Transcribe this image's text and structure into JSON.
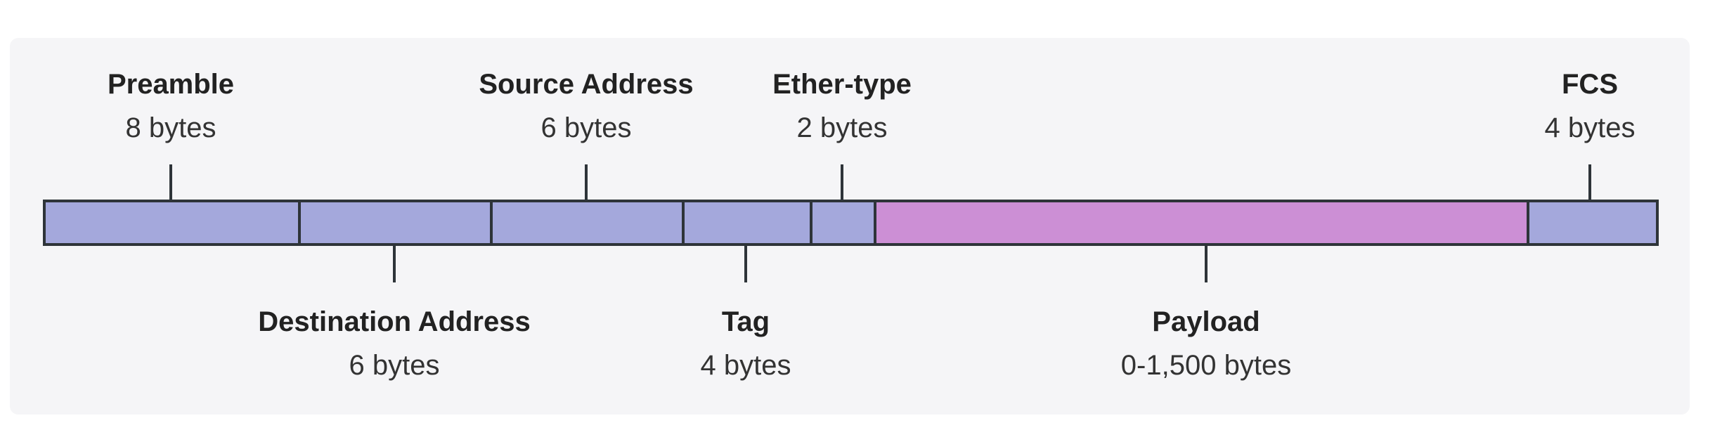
{
  "colors": {
    "header_field": "#a4a8dc",
    "payload_field": "#cc8fd5",
    "outline": "#2e3439",
    "background": "#f5f5f7"
  },
  "fields": [
    {
      "id": "preamble",
      "name": "Preamble",
      "size": "8 bytes"
    },
    {
      "id": "destination-address",
      "name": "Destination Address",
      "size": "6 bytes"
    },
    {
      "id": "source-address",
      "name": "Source Address",
      "size": "6 bytes"
    },
    {
      "id": "tag",
      "name": "Tag",
      "size": "4 bytes"
    },
    {
      "id": "ether-type",
      "name": "Ether-type",
      "size": "2 bytes"
    },
    {
      "id": "payload",
      "name": "Payload",
      "size": "0-1,500 bytes"
    },
    {
      "id": "fcs",
      "name": "FCS",
      "size": "4 bytes"
    }
  ]
}
